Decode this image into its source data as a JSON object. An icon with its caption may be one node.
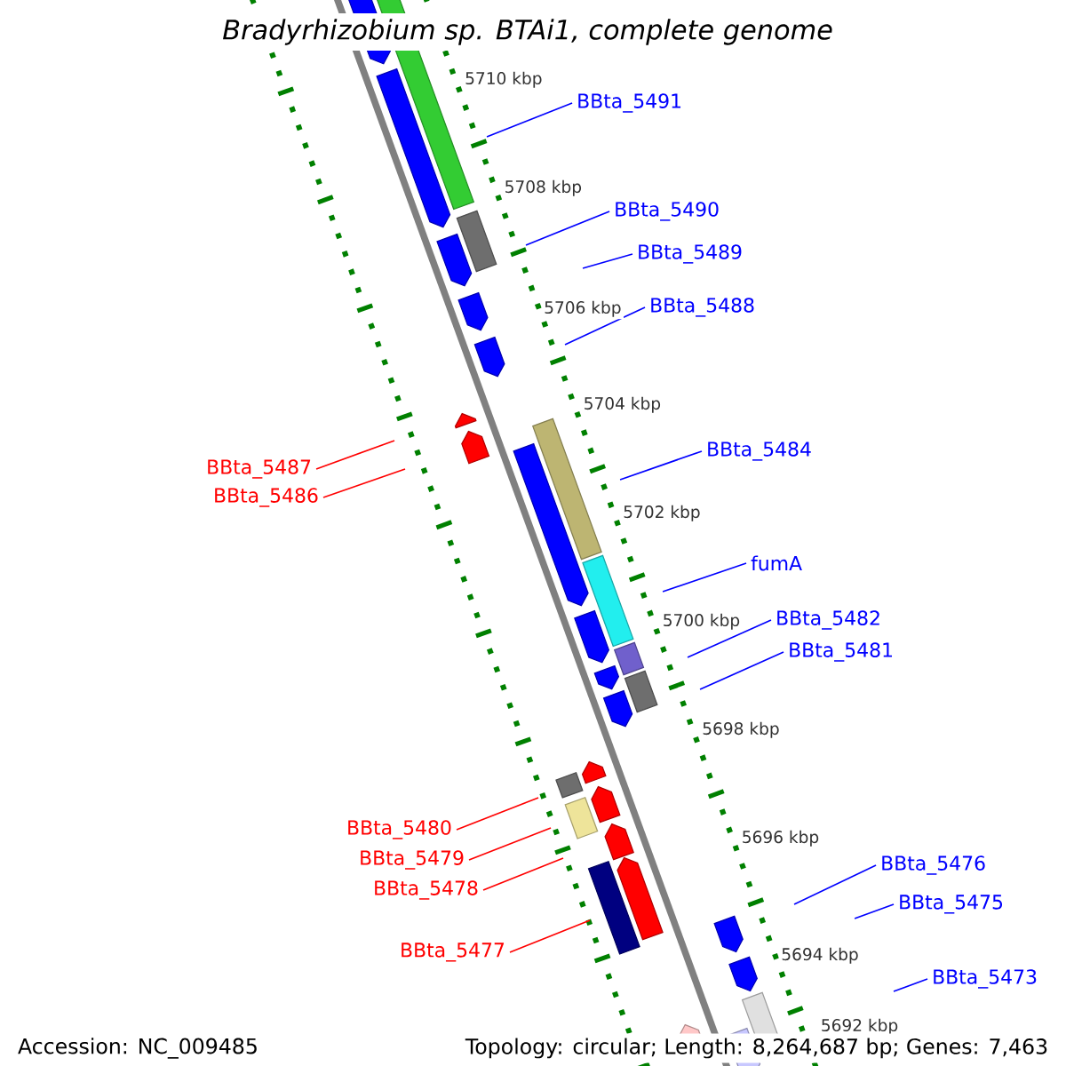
{
  "diagram": {
    "title": "Bradyrhizobium sp. BTAi1, complete genome",
    "nodes": [
      {
        "text": [
          "BBta_5491"
        ]
      },
      {
        "text": [
          "BBta_5490"
        ]
      },
      {
        "text": [
          "BBta_5489"
        ]
      },
      {
        "text": [
          "BBta_5488"
        ]
      },
      {
        "text": [
          "BBta_5484"
        ]
      },
      {
        "text": [
          "BBta_5487"
        ]
      },
      {
        "text": [
          "BBta_5486"
        ]
      },
      {
        "text": [
          "fumA"
        ]
      },
      {
        "text": [
          "BBta_5482"
        ]
      },
      {
        "text": [
          "BBta_5481"
        ]
      },
      {
        "text": [
          "BBta_5480"
        ]
      },
      {
        "text": [
          "BBta_5479"
        ]
      },
      {
        "text": [
          "BBta_5476"
        ]
      },
      {
        "text": [
          "BBta_5478"
        ]
      },
      {
        "text": [
          "BBta_5475"
        ]
      },
      {
        "text": [
          "BBta_5477"
        ]
      },
      {
        "text": [
          "BBta_5473"
        ]
      }
    ],
    "edges": [
      {
        "from": 0,
        "to": null,
        "arrow": "none"
      },
      {
        "from": 1,
        "to": null,
        "arrow": "none"
      },
      {
        "from": 2,
        "to": null,
        "arrow": "none"
      },
      {
        "from": 3,
        "to": null,
        "arrow": "none"
      },
      {
        "from": 4,
        "to": null,
        "arrow": "none"
      },
      {
        "from": 5,
        "to": null,
        "arrow": "none",
        "color": "#ff0000"
      },
      {
        "from": 6,
        "to": null,
        "arrow": "none",
        "color": "#ff0000"
      },
      {
        "from": 7,
        "to": null,
        "arrow": "none"
      },
      {
        "from": 8,
        "to": null,
        "arrow": "none"
      },
      {
        "from": 9,
        "to": null,
        "arrow": "none"
      },
      {
        "from": 10,
        "to": null,
        "arrow": "none",
        "color": "#ff0000"
      },
      {
        "from": 11,
        "to": null,
        "arrow": "none",
        "color": "#ff0000"
      },
      {
        "from": 12,
        "to": null,
        "arrow": "none"
      },
      {
        "from": 13,
        "to": null,
        "arrow": "none",
        "color": "#ff0000"
      },
      {
        "from": 14,
        "to": null,
        "arrow": "none"
      },
      {
        "from": 15,
        "to": null,
        "arrow": "none",
        "color": "#ff0000"
      },
      {
        "from": 16,
        "to": null,
        "arrow": "none"
      }
    ],
    "labels": [
      "5710 kbp",
      "5708 kbp",
      "5706 kbp",
      "5704 kbp",
      "5702 kbp",
      "5700 kbp",
      "5698 kbp",
      "5696 kbp",
      "5694 kbp",
      "5692 kbp",
      "Accession: NC_009485",
      "Topology: circular; Length: 8,264,687 bp; Genes: 7,463"
    ]
  }
}
